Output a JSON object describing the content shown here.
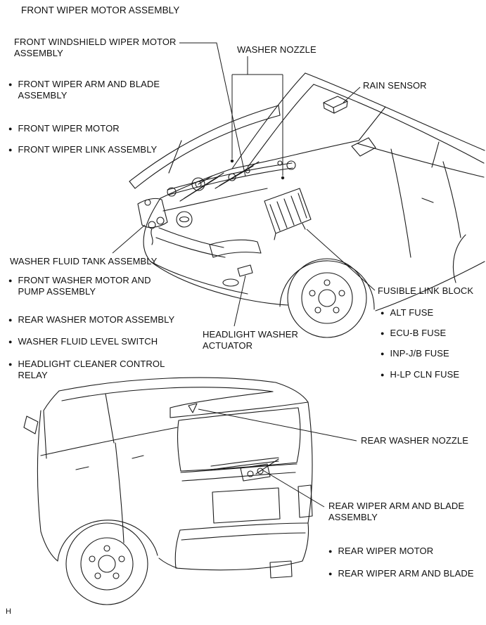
{
  "page": {
    "title": "FRONT WIPER MOTOR ASSEMBLY",
    "footer": "H",
    "bullet": "●",
    "ink_color": "#1b1b1b",
    "background_color": "#ffffff"
  },
  "labels": {
    "front_windshield_wiper_motor": "FRONT WINDSHIELD WIPER MOTOR ASSEMBLY",
    "washer_nozzle": "WASHER NOZZLE",
    "rain_sensor": "RAIN SENSOR",
    "front_wiper_arm_blade_assembly": "FRONT WIPER ARM AND BLADE ASSEMBLY",
    "front_wiper_motor": "FRONT WIPER MOTOR",
    "front_wiper_link_assembly": "FRONT WIPER LINK ASSEMBLY",
    "washer_fluid_tank_assembly": "WASHER FLUID TANK ASSEMBLY",
    "front_washer_motor_pump": "FRONT WASHER MOTOR AND PUMP ASSEMBLY",
    "rear_washer_motor_assembly": "REAR WASHER MOTOR ASSEMBLY",
    "washer_fluid_level_switch": "WASHER FLUID LEVEL SWITCH",
    "headlight_cleaner_control_relay": "HEADLIGHT CLEANER CONTROL RELAY",
    "headlight_washer_actuator": "HEADLIGHT WASHER ACTUATOR",
    "fusible_link_block": "FUSIBLE LINK BLOCK",
    "alt_fuse": "ALT FUSE",
    "ecu_b_fuse": "ECU-B FUSE",
    "inp_jb_fuse": "INP-J/B FUSE",
    "hlp_cln_fuse": "H-LP CLN FUSE",
    "rear_washer_nozzle": "REAR WASHER NOZZLE",
    "rear_wiper_arm_blade_assembly": "REAR WIPER ARM AND BLADE ASSEMBLY",
    "rear_wiper_motor": "REAR WIPER MOTOR",
    "rear_wiper_arm_blade": "REAR WIPER ARM AND BLADE"
  }
}
